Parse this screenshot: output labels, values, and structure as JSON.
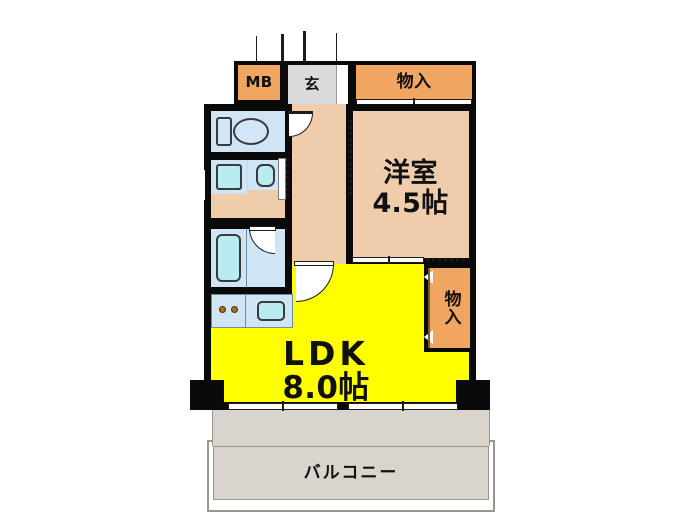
{
  "document": {
    "type": "floor-plan",
    "title": "1LDK apartment floor plan",
    "language": "ja"
  },
  "rooms": [
    {
      "id": "mb",
      "label": "MB",
      "orientation": "horizontal",
      "fill": "#f0a560"
    },
    {
      "id": "genkan",
      "label": "玄",
      "orientation": "horizontal",
      "fill": "#d9dadc"
    },
    {
      "id": "closet_top",
      "label": "物入",
      "orientation": "horizontal",
      "fill": "#f0a560"
    },
    {
      "id": "washitsu",
      "label_line1": "洋室",
      "label_line2": "4.5帖",
      "fill": "#f0cdaa"
    },
    {
      "id": "closet_mid",
      "label": "物入",
      "orientation": "vertical",
      "fill": "#f0a560"
    },
    {
      "id": "ldk",
      "label_line1": "LDK",
      "label_line2": "8.0帖",
      "fill": "#ffff00"
    },
    {
      "id": "balcony",
      "label": "バルコニー",
      "orientation": "horizontal",
      "fill": "#d9d5cc"
    }
  ],
  "labels": {
    "mb": "MB",
    "genkan": "玄",
    "closet_top": "物入",
    "closet_mid": "物入",
    "bedroom_name": "洋室",
    "bedroom_size": "4.5帖",
    "ldk_name": "LDK",
    "ldk_size": "8.0帖",
    "balcony": "バルコニー"
  },
  "fixtures": [
    {
      "id": "toilet",
      "name": "toilet-fixture",
      "room": "toilet-room"
    },
    {
      "id": "toilet-tank",
      "name": "toilet-tank",
      "room": "toilet-room"
    },
    {
      "id": "washing-machine",
      "name": "washing-machine-space",
      "room": "washroom"
    },
    {
      "id": "washbasin",
      "name": "washbasin-fixture",
      "room": "washroom"
    },
    {
      "id": "bathtub",
      "name": "bathtub-fixture",
      "room": "bathroom"
    },
    {
      "id": "stove",
      "name": "stove-burners",
      "room": "kitchen"
    },
    {
      "id": "sink",
      "name": "kitchen-sink",
      "room": "kitchen"
    }
  ],
  "colors": {
    "wall": "#0a0a0a",
    "ldk_fill": "#ffff00",
    "room_fill": "#f0cdaa",
    "closet_fill": "#f0a560",
    "entry_fill": "#d9dadc",
    "water_fill": "#cfe4f5",
    "fixture_fill": "#b8ecf2",
    "balcony_fill": "#d9d5cc",
    "text": "#111111"
  }
}
